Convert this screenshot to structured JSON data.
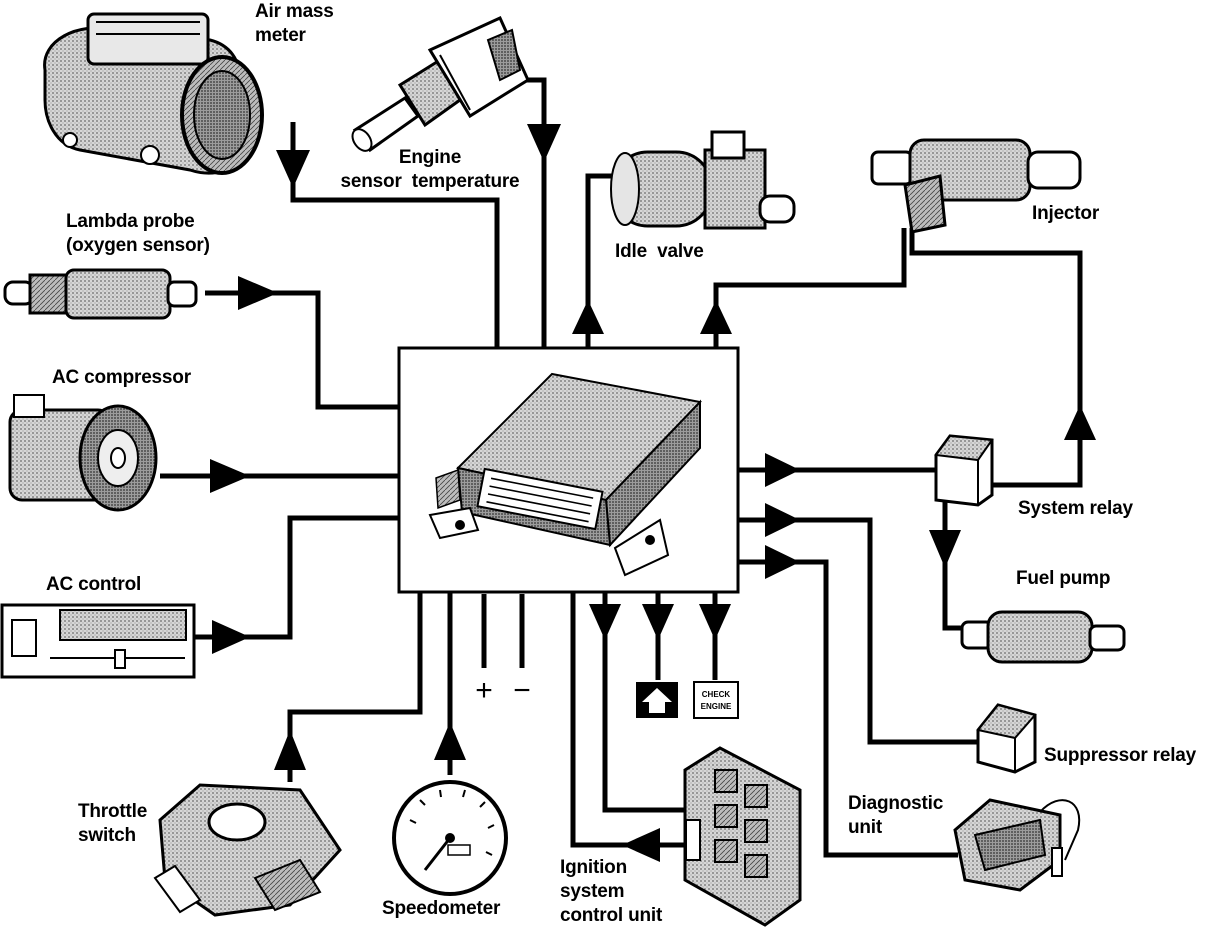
{
  "diagram": {
    "components": {
      "air_mass_meter": "Air mass\nmeter",
      "engine_sensor_temperature": "Engine\nsensor  temperature",
      "idle_valve": "Idle  valve",
      "injector": "Injector",
      "lambda_probe": "Lambda probe\n(oxygen sensor)",
      "ac_compressor": "AC compressor",
      "ac_control": "AC control",
      "system_relay": "System relay",
      "fuel_pump": "Fuel pump",
      "suppressor_relay": "Suppressor relay",
      "diagnostic_unit": "Diagnostic\nunit",
      "throttle_switch": "Throttle\nswitch",
      "speedometer": "Speedometer",
      "ignition_system_control_unit": "Ignition\nsystem\ncontrol unit"
    },
    "power_terminals": {
      "plus": "+",
      "minus": "−"
    },
    "check_engine_lamp": {
      "line1": "CHECK",
      "line2": "ENGINE"
    },
    "colors": {
      "ink": "#000000",
      "paper": "#ffffff",
      "shade": "#8a8a8a",
      "light": "#d4d4d4"
    }
  }
}
